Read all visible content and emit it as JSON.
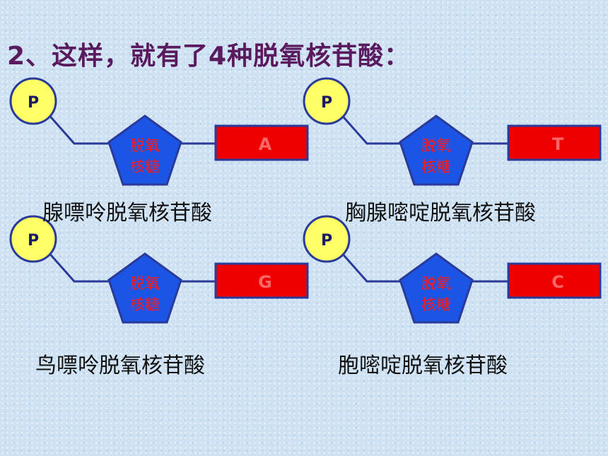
{
  "title": "2、这样，就有了4种脱氧核苷酸：",
  "phosphate_label": "P",
  "sugar_label_line1": "脱氧",
  "sugar_label_line2": "核糖",
  "nucleotides": [
    {
      "base": "A",
      "name": "腺嘌呤脱氧核苷酸"
    },
    {
      "base": "T",
      "name": "胸腺嘧啶脱氧核苷酸"
    },
    {
      "base": "G",
      "name": "鸟嘌呤脱氧核苷酸"
    },
    {
      "base": "C",
      "name": "胞嘧啶脱氧核苷酸"
    }
  ],
  "colors": {
    "phosphate_fill": "#ffff66",
    "sugar_fill": "#1a55e6",
    "sugar_text": "#ff1a1a",
    "base_fill": "#ee0000",
    "base_text": "#ff6666",
    "line": "#2a3a9a",
    "title": "#5a1a5e"
  }
}
